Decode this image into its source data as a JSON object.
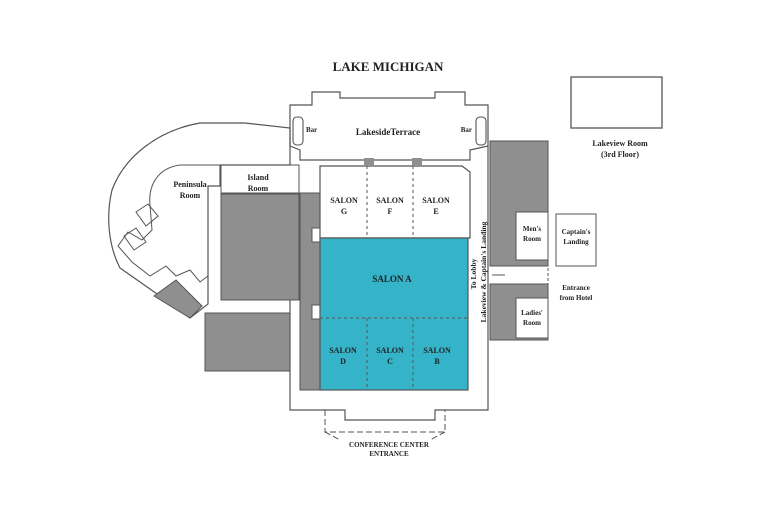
{
  "title": "LAKE MICHIGAN",
  "rooms": {
    "lakeside_terrace": "LakesideTerrace",
    "bar_left": "Bar",
    "bar_right": "Bar",
    "lakeview_room": [
      "Lakeview Room",
      "(3rd Floor)"
    ],
    "peninsula_room": [
      "Peninsula",
      "Room"
    ],
    "island_room": [
      "Island",
      "Room"
    ],
    "salon_g": [
      "SALON",
      "G"
    ],
    "salon_f": [
      "SALON",
      "F"
    ],
    "salon_e": [
      "SALON",
      "E"
    ],
    "salon_a": "SALON A",
    "salon_d": [
      "SALON",
      "D"
    ],
    "salon_c": [
      "SALON",
      "C"
    ],
    "salon_b": [
      "SALON",
      "B"
    ],
    "mens_room": [
      "Men's",
      "Room"
    ],
    "ladies_room": [
      "Ladies'",
      "Room"
    ],
    "captains_landing": [
      "Captain's",
      "Landing"
    ],
    "entrance_hotel": [
      "Entrance",
      "from Hotel"
    ],
    "to_lobby": "To Lobby",
    "lakeview_captains": "Lakeview & Captain's Landing",
    "conference_entrance": [
      "CONFERENCE CENTER",
      "ENTRANCE"
    ]
  },
  "colors": {
    "highlight": "#35b3c8",
    "service": "#8f8f8f",
    "wall": "#555555"
  }
}
